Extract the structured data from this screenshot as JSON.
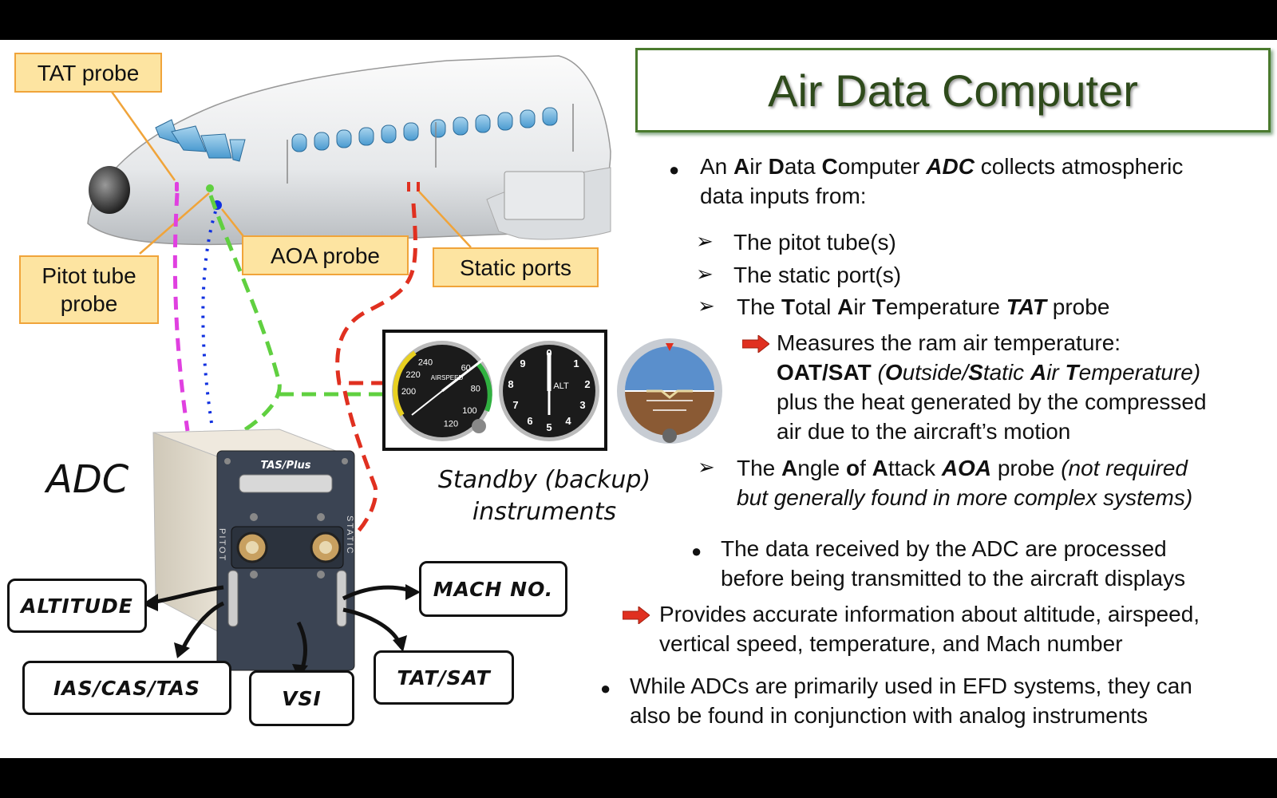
{
  "title": "Air Data Computer",
  "labels": {
    "tat_probe": "TAT  probe",
    "pitot_tube_probe": "Pitot tube probe",
    "aoa_probe": "AOA probe",
    "static_ports": "Static ports"
  },
  "adc_label": "ADC",
  "adc_brand": "TAS/Plus",
  "adc_side_pitot": "PITOT",
  "adc_side_static": "STATIC",
  "standby_caption": "Standby (backup) instruments",
  "instruments": {
    "airspeed_label": "AIRSPEED",
    "altimeter_label": "ALT",
    "airspeed_ticks": [
      "240",
      "220",
      "200",
      "60",
      "80",
      "100",
      "120"
    ]
  },
  "outputs": {
    "altitude": "ALTITUDE",
    "ias_cas_tas": "IAS/CAS/TAS",
    "vsi": "VSI",
    "tat_sat": "TAT/SAT",
    "mach": "MACH NO."
  },
  "text": {
    "b1_pre": "An ",
    "b1_A": "A",
    "b1_ir": "ir ",
    "b1_D": "D",
    "b1_ata": "ata ",
    "b1_C": "C",
    "b1_omputer": "omputer ",
    "b1_ADC": "ADC",
    "b1_post": " collects atmospheric",
    "b1_line2": "data inputs from:",
    "sub1": "The pitot tube(s)",
    "sub2": "The static port(s)",
    "sub3_pre": "The ",
    "sub3_T": "T",
    "sub3_otal": "otal ",
    "sub3_A": "A",
    "sub3_ir": "ir ",
    "sub3_T2": "T",
    "sub3_emp": "emperature ",
    "sub3_TAT": "TAT",
    "sub3_post": "  probe",
    "tat_l1": "Measures the ram air temperature:",
    "tat_oat": "OAT/SAT",
    "tat_open": "  (",
    "tat_O": "O",
    "tat_utside": "utside/",
    "tat_S": "S",
    "tat_tatic": "tatic ",
    "tat_A": "A",
    "tat_ir": "ir ",
    "tat_T": "T",
    "tat_emp": "emperature)",
    "tat_l3": "plus the heat generated by the compressed",
    "tat_l4": "air due to the aircraft’s motion",
    "sub4_pre": "The ",
    "sub4_A": "A",
    "sub4_ngle": "ngle ",
    "sub4_o": "o",
    "sub4_f": "f ",
    "sub4_A2": "A",
    "sub4_ttack": "ttack ",
    "sub4_AOA": "AOA",
    "sub4_mid": " probe ",
    "sub4_note1": "(not required",
    "sub4_note2": "but generally found in more complex systems)",
    "b2_l1": "The data received by the ADC are processed",
    "b2_l2": "before being transmitted to the aircraft displays",
    "prov_l1": "Provides accurate information about altitude, airspeed,",
    "prov_l2": "vertical speed, temperature, and Mach number",
    "b3_l1": "While ADCs are primarily used in EFD systems, they can",
    "b3_l2": "also be found in conjunction with analog instruments"
  },
  "colors": {
    "title_green": "#2e4a1b",
    "label_fill": "#fde4a1",
    "label_border": "#f0a43a",
    "tat_line": "#e040e0",
    "pitot_line": "#60d040",
    "aoa_line": "#1030e0",
    "static_line": "#e03020",
    "red_arrow": "#e03020"
  }
}
